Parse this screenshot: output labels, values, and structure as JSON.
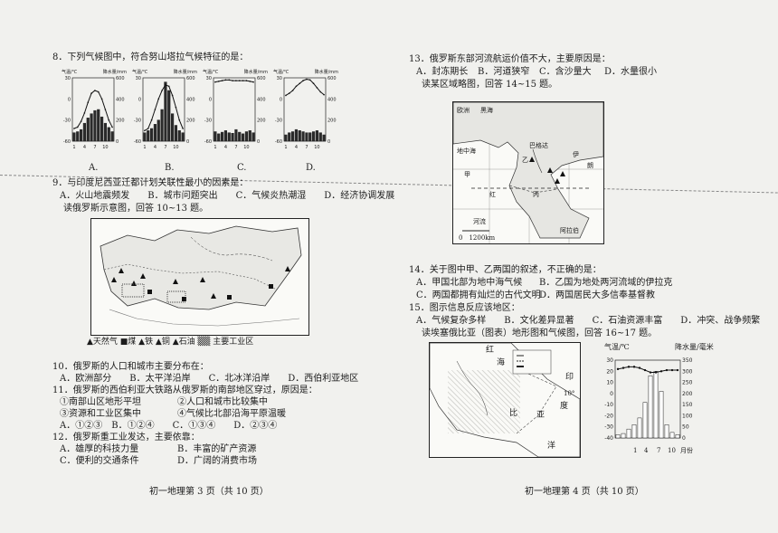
{
  "q8": {
    "stem": "8．下列气候图中，符合努山塔拉气候特征的是：",
    "options": [
      "A.",
      "B.",
      "C.",
      "D."
    ]
  },
  "q9": {
    "stem": "9．与印度尼西亚迁都计划关联性最小的因素是：",
    "options": "A．火山地震频发　　B．城市问题突出　　C．气候炎热潮湿　　D．经济协调发展"
  },
  "russia_map": {
    "intro": "读俄罗斯示意图，回答 10~13 题。",
    "legend": "▲天然气 ■煤 ▲铁 ▲铜 ▲石油 ▒▒ 主要工业区"
  },
  "q10": {
    "stem": "10．俄罗斯的人口和城市主要分布在：",
    "options": "A．欧洲部分　　B．太平洋沿岸　　C．北冰洋沿岸　　D．西伯利亚地区"
  },
  "q11": {
    "stem": "11．俄罗斯的西伯利亚大铁路从俄罗斯的南部地区穿过，原因是：",
    "items": [
      "①南部山区地形平坦",
      "②人口和城市比较集中",
      "③资源和工业区集中",
      "④气候比北部沿海平原温暖"
    ],
    "options": "A．①②③　B．①②④　　C．①③④　　D．②③④"
  },
  "q12": {
    "stem": "12．俄罗斯重工业发达，主要依靠：",
    "options": [
      "A．雄厚的科技力量",
      "B．丰富的矿产资源",
      "C．便利的交通条件",
      "D．广阔的消费市场"
    ]
  },
  "footer_left": "初一地理第 3 页（共 10 页）",
  "q13": {
    "stem": "13．俄罗斯东部河流航运价值不大，主要原因是：",
    "options": [
      "A．封冻期长",
      "B．河道狭窄",
      "C．含沙量大",
      "D．水量很小"
    ]
  },
  "mideast_map": {
    "intro": "读某区域略图，回答 14~15 题。",
    "labels": [
      "欧洲",
      "黑海",
      "地中海",
      "巴格达",
      "甲",
      "乙",
      "红",
      "河流",
      "0　1200km",
      "伊",
      "朗",
      "丙",
      "阿拉伯"
    ]
  },
  "q14": {
    "stem": "14．关于图中甲、乙两国的叙述，不正确的是：",
    "options": [
      "A．甲国北部为地中海气候",
      "B．乙国为地处两河流域的伊拉克",
      "C．两国都拥有灿烂的古代文明",
      "D．两国居民大多信奉基督教"
    ]
  },
  "q15": {
    "stem": "15．图示信息反应该地区：",
    "options": "A．气候复杂多样　　B．文化差异显著　　C．石油资源丰富　　D．冲突、战争频繁"
  },
  "ethiopia": {
    "intro": "读埃塞俄比亚（图表）地形图和气候图，回答 16~17 题。",
    "labels": [
      "红",
      "海",
      "比",
      "亚",
      "印",
      "度",
      "洋",
      "10°"
    ]
  },
  "climate_right": {
    "ylabel_left": "气温/℃",
    "ylabel_right": "降水量/毫米",
    "xticks": [
      "1",
      "4",
      "7",
      "10",
      "月份"
    ]
  },
  "footer_right": "初一地理第 4 页（共 10 页）",
  "chart_data": [
    {
      "type": "bar",
      "title": "A",
      "ylabel": "气温/℃",
      "y2label": "降水量/mm",
      "ylim": [
        -60,
        30
      ],
      "y2lim": [
        0,
        600
      ],
      "categories": [
        "1",
        "2",
        "3",
        "4",
        "5",
        "6",
        "7",
        "8",
        "9",
        "10",
        "11",
        "12"
      ],
      "series": [
        {
          "values": [
            80,
            90,
            110,
            170,
            220,
            260,
            290,
            300,
            230,
            170,
            130,
            90
          ]
        },
        {
          "values": [
            -42,
            -40,
            -32,
            -20,
            -5,
            8,
            12,
            10,
            0,
            -15,
            -30,
            -40
          ]
        }
      ]
    },
    {
      "type": "bar",
      "title": "B",
      "ylabel": "气温/℃",
      "y2label": "降水量/mm",
      "ylim": [
        -60,
        30
      ],
      "y2lim": [
        0,
        600
      ],
      "categories": [
        "1",
        "2",
        "3",
        "4",
        "5",
        "6",
        "7",
        "8",
        "9",
        "10",
        "11",
        "12"
      ],
      "series": [
        {
          "values": [
            80,
            100,
            120,
            160,
            200,
            300,
            560,
            480,
            260,
            150,
            100,
            80
          ]
        },
        {
          "values": [
            -45,
            -42,
            -30,
            -15,
            0,
            12,
            20,
            18,
            5,
            -12,
            -30,
            -42
          ]
        }
      ]
    },
    {
      "type": "bar",
      "title": "C",
      "ylabel": "气温/℃",
      "y2label": "降水量/mm",
      "ylim": [
        -60,
        30
      ],
      "y2lim": [
        0,
        600
      ],
      "categories": [
        "1",
        "2",
        "3",
        "4",
        "5",
        "6",
        "7",
        "8",
        "9",
        "10",
        "11",
        "12"
      ],
      "series": [
        {
          "values": [
            90,
            70,
            85,
            100,
            80,
            75,
            110,
            85,
            70,
            90,
            100,
            80
          ]
        },
        {
          "values": [
            24,
            25,
            26,
            27,
            27,
            26,
            26,
            26,
            26,
            26,
            25,
            24
          ]
        }
      ]
    },
    {
      "type": "bar",
      "title": "D",
      "ylabel": "气温/℃",
      "y2label": "降水量/mm",
      "ylim": [
        -60,
        30
      ],
      "y2lim": [
        0,
        600
      ],
      "categories": [
        "1",
        "2",
        "3",
        "4",
        "5",
        "6",
        "7",
        "8",
        "9",
        "10",
        "11",
        "12"
      ],
      "series": [
        {
          "values": [
            60,
            80,
            90,
            110,
            100,
            90,
            80,
            80,
            90,
            100,
            80,
            60
          ]
        },
        {
          "values": [
            5,
            8,
            12,
            18,
            22,
            26,
            28,
            27,
            22,
            16,
            10,
            6
          ]
        }
      ]
    },
    {
      "type": "bar",
      "title": "",
      "ylabel": "气温/℃",
      "y2label": "降水量/毫米",
      "ylim": [
        -40,
        30
      ],
      "y2lim": [
        0,
        350
      ],
      "categories": [
        "1",
        "2",
        "3",
        "4",
        "5",
        "6",
        "7",
        "8",
        "9",
        "10",
        "11",
        "12"
      ],
      "series": [
        {
          "values": [
            15,
            20,
            40,
            60,
            90,
            160,
            280,
            300,
            210,
            60,
            25,
            15
          ]
        },
        {
          "values": [
            22,
            23,
            24,
            24,
            23,
            21,
            19,
            19,
            20,
            21,
            21,
            21
          ]
        }
      ]
    }
  ]
}
